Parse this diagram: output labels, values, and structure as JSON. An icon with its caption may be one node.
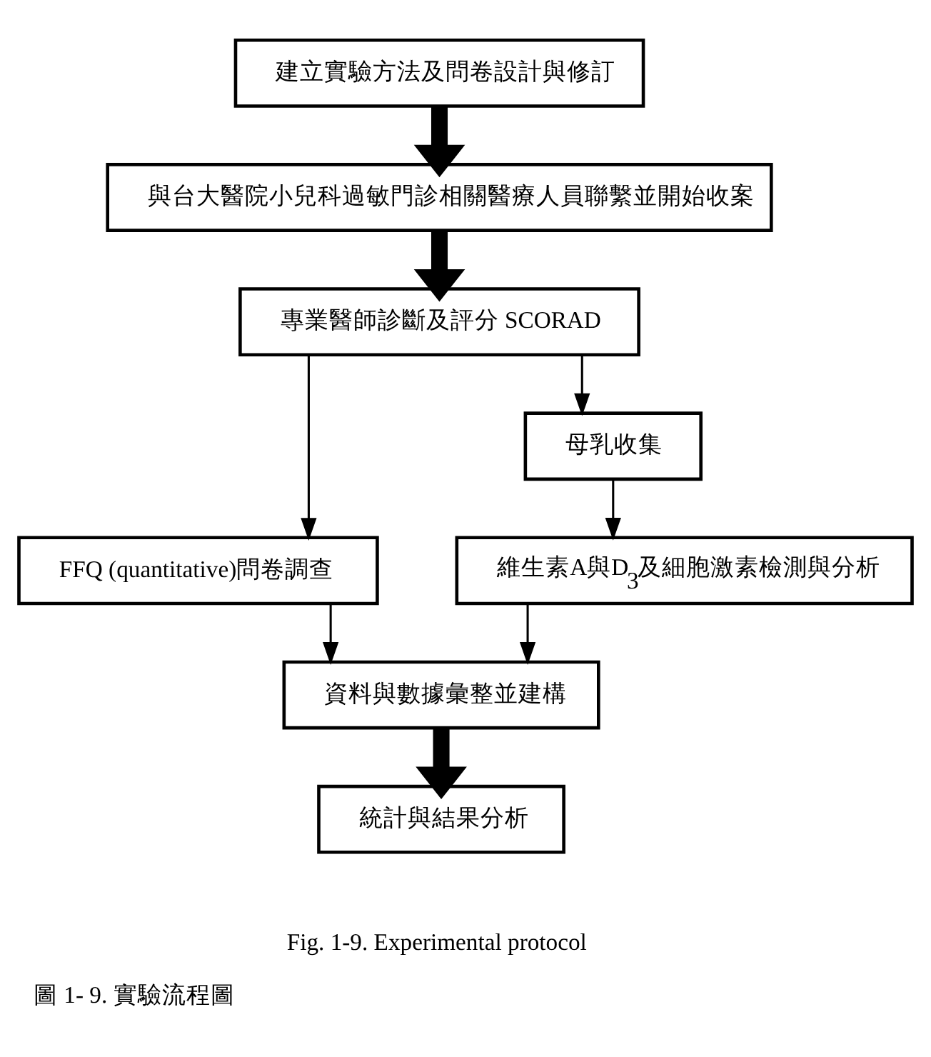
{
  "diagram": {
    "caption": "圖 1- 9. 實驗流程圖",
    "nodes": [
      {
        "text": [
          "建立實驗方法及問卷設計與修訂"
        ]
      },
      {
        "text": [
          "與台大醫院小兒科過敏門診相關醫療人員聯繫並開始收案"
        ]
      },
      {
        "text": [
          "專業醫師診斷及評分 SCORAD"
        ]
      },
      {
        "text": [
          "母乳收集"
        ]
      },
      {
        "text": [
          "FFQ (quantitative)問卷調查"
        ]
      },
      {
        "text": [
          "維生素A與D$_{3}$及細胞激素檢測與分析"
        ]
      },
      {
        "text": [
          "資料與數據彙整並建構"
        ]
      },
      {
        "text": [
          "統計與結果分析"
        ]
      }
    ],
    "edges": [
      {
        "from": 0,
        "to": 1,
        "arrow": "to",
        "style": "thick"
      },
      {
        "from": 1,
        "to": 2,
        "arrow": "to",
        "style": "thick"
      },
      {
        "from": 2,
        "to": 4,
        "arrow": "to"
      },
      {
        "from": 2,
        "to": 3,
        "arrow": "to"
      },
      {
        "from": 3,
        "to": 5,
        "arrow": "to"
      },
      {
        "from": 4,
        "to": 6,
        "arrow": "to"
      },
      {
        "from": 5,
        "to": 6,
        "arrow": "to"
      },
      {
        "from": 6,
        "to": 7,
        "arrow": "to",
        "style": "thick"
      }
    ],
    "labels": [
      "Fig. 1-9. Experimental protocol"
    ]
  }
}
